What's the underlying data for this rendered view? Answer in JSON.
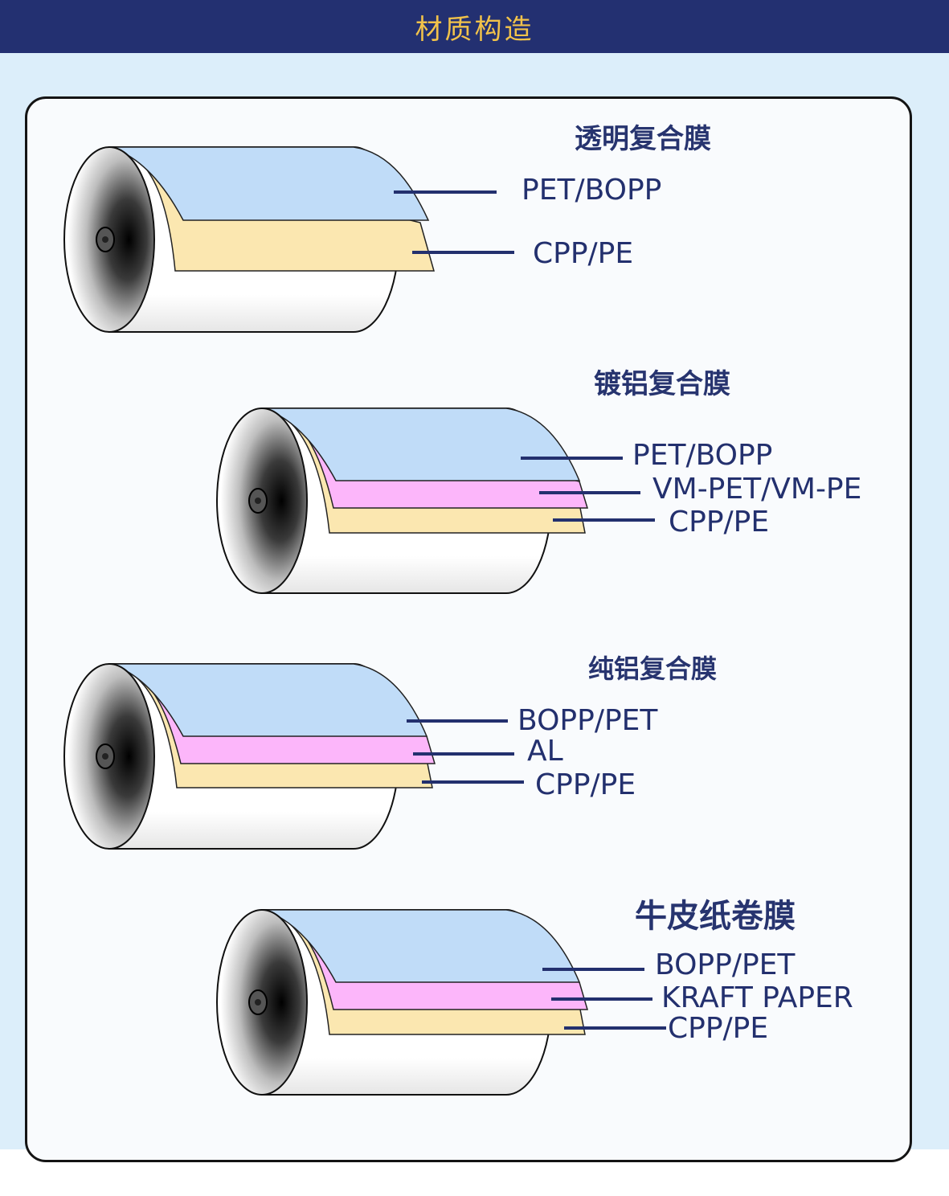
{
  "header": {
    "title": "材质构造"
  },
  "colors": {
    "header_bg": "#233071",
    "header_text": "#f1c24a",
    "label_text": "#23306e",
    "layer_blue": "#c0dcf8",
    "layer_pink": "#fcb6fa",
    "layer_yellow": "#fbe7b0",
    "roll_body": "#ffffff"
  },
  "sections": [
    {
      "title": "透明复合膜",
      "layers": [
        {
          "label": "PET/BOPP",
          "color": "blue"
        },
        {
          "label": "CPP/PE",
          "color": "yellow"
        }
      ]
    },
    {
      "title": "镀铝复合膜",
      "layers": [
        {
          "label": "PET/BOPP",
          "color": "blue"
        },
        {
          "label": "VM-PET/VM-PE",
          "color": "pink"
        },
        {
          "label": "CPP/PE",
          "color": "yellow"
        }
      ]
    },
    {
      "title": "纯铝复合膜",
      "layers": [
        {
          "label": "BOPP/PET",
          "color": "blue"
        },
        {
          "label": "AL",
          "color": "pink"
        },
        {
          "label": "CPP/PE",
          "color": "yellow"
        }
      ]
    },
    {
      "title": "牛皮纸卷膜",
      "layers": [
        {
          "label": "BOPP/PET",
          "color": "blue"
        },
        {
          "label": "KRAFT PAPER",
          "color": "pink"
        },
        {
          "label": "CPP/PE",
          "color": "yellow"
        }
      ]
    }
  ]
}
